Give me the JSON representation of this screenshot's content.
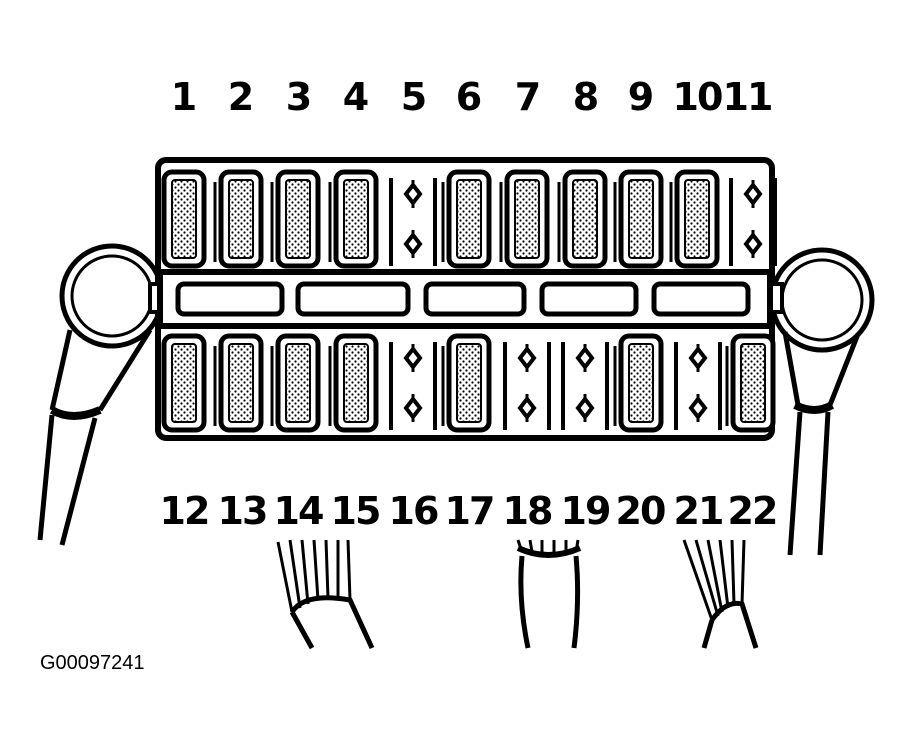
{
  "diagram": {
    "figure_id": "G00097241",
    "top_row": [
      {
        "number": "1",
        "type": "fuse"
      },
      {
        "number": "2",
        "type": "fuse"
      },
      {
        "number": "3",
        "type": "fuse"
      },
      {
        "number": "4",
        "type": "fuse"
      },
      {
        "number": "5",
        "type": "empty"
      },
      {
        "number": "6",
        "type": "fuse"
      },
      {
        "number": "7",
        "type": "fuse"
      },
      {
        "number": "8",
        "type": "fuse"
      },
      {
        "number": "9",
        "type": "fuse"
      },
      {
        "number": "10",
        "type": "fuse"
      },
      {
        "number": "11",
        "type": "empty"
      }
    ],
    "bottom_row": [
      {
        "number": "12",
        "type": "fuse"
      },
      {
        "number": "13",
        "type": "fuse"
      },
      {
        "number": "14",
        "type": "fuse"
      },
      {
        "number": "15",
        "type": "fuse"
      },
      {
        "number": "16",
        "type": "empty"
      },
      {
        "number": "17",
        "type": "fuse"
      },
      {
        "number": "18",
        "type": "empty"
      },
      {
        "number": "19",
        "type": "empty"
      },
      {
        "number": "20",
        "type": "fuse"
      },
      {
        "number": "21",
        "type": "empty"
      },
      {
        "number": "22",
        "type": "fuse"
      }
    ],
    "colors": {
      "ink": "#000000",
      "paper": "#ffffff"
    }
  }
}
